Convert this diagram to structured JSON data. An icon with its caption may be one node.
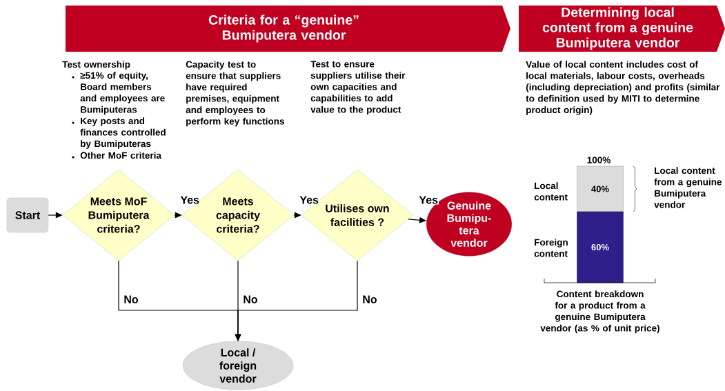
{
  "diagram": {
    "nodes": [
      {
        "text": [
          "Criteria for a “genuine” Bumiputera vendor"
        ]
      },
      {
        "text": [
          "Determining local content from a genuine Bumiputera vendor"
        ]
      },
      {
        "text": [
          "Start"
        ]
      },
      {
        "text": [
          "Meets MoF Bumiputera criteria?"
        ]
      },
      {
        "text": [
          "Meets capacity criteria?"
        ]
      },
      {
        "text": [
          "Utilises own facilities ?"
        ]
      },
      {
        "text": [
          "Genuine Bumipu-tera vendor"
        ]
      },
      {
        "text": [
          "Local / foreign vendor"
        ]
      },
      {
        "text": [
          "40%"
        ]
      },
      {
        "text": [
          "60%"
        ]
      }
    ],
    "edges": [
      {
        "from": 2,
        "to": 3,
        "arrow": "to"
      },
      {
        "from": 3,
        "to": 4,
        "arrow": "to",
        "label": "Yes"
      },
      {
        "from": 4,
        "to": 5,
        "arrow": "to",
        "label": "Yes"
      },
      {
        "from": 5,
        "to": 6,
        "arrow": "to",
        "label": "Yes"
      },
      {
        "from": 3,
        "to": 7,
        "arrow": "to",
        "label": "No"
      },
      {
        "from": 4,
        "to": 7,
        "arrow": "to",
        "label": "No"
      },
      {
        "from": 5,
        "to": 7,
        "arrow": "to",
        "label": "No"
      }
    ],
    "labels": [
      "Test ownership",
      "≥51% of equity, Board members and employees are Bumiputeras",
      "Key posts and finances controlled by Bumiputeras",
      "Other MoF criteria",
      "Capacity test to ensure that suppliers have required premises, equipment and employees to perform key functions",
      "Test to ensure suppliers utilise their own capacities and capabilities to add value to the product",
      "Value of local content includes cost of local materials, labour costs, overheads (including depreciation) and profits (similar to definition used by MITI to determine product origin)",
      "100%",
      "Local content",
      "Foreign content",
      "Local content from a genuine Bumiputera vendor",
      "Content breakdown for a product from a genuine Bumiputera vendor (as % of unit price)"
    ]
  }
}
